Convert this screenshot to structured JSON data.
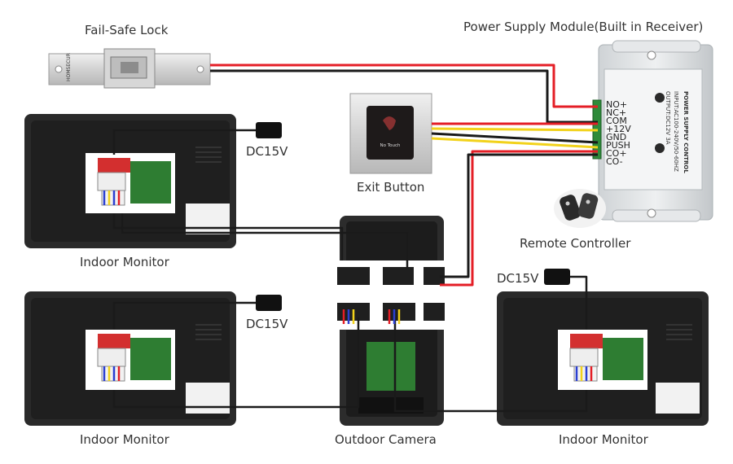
{
  "labels": {
    "fail_safe_lock": "Fail-Safe Lock",
    "power_supply": "Power Supply Module(Built in Receiver)",
    "exit_button": "Exit Button",
    "remote_controller": "Remote Controller",
    "indoor_monitor_1": "Indoor Monitor",
    "indoor_monitor_2": "Indoor Monitor",
    "indoor_monitor_3": "Indoor Monitor",
    "outdoor_camera": "Outdoor Camera",
    "dc15v_1": "DC15V",
    "dc15v_2": "DC15V",
    "dc15v_3": "DC15V"
  },
  "psu": {
    "vertical_title": "POWER SUPPLY CONTROL",
    "vertical_spec_1": "INPUT:AC100-240V/50-60HZ",
    "vertical_spec_2": "OUTPUT:DC12V 3A",
    "terminals": [
      "NO+",
      "NC+",
      "COM",
      "+12V",
      "GND",
      "PUSH",
      "CO+",
      "CO-"
    ]
  },
  "exit_button_face": "No Touch",
  "device_brand": "HOMSECUR",
  "colors": {
    "wire_red": "#e41e26",
    "wire_black": "#1a1a1a",
    "wire_yellow": "#f2d21b",
    "wire_blue": "#2b3fd1",
    "wire_white": "#f2f2f2",
    "terminal_green": "#2e8b3a",
    "monitor_body": "#2a2a2a"
  }
}
